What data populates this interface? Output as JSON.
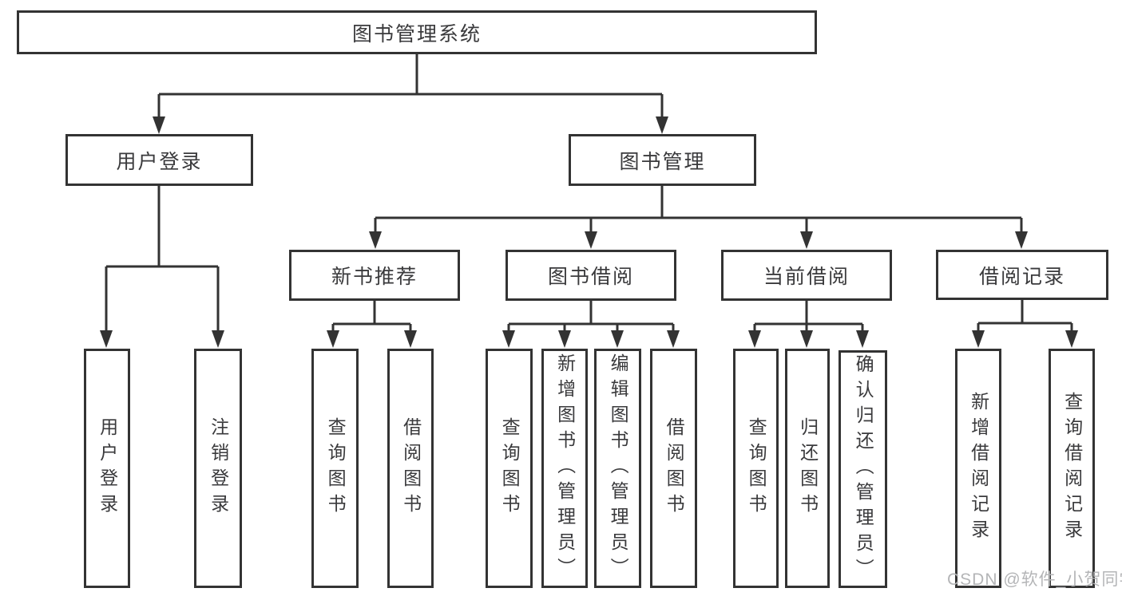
{
  "tree": {
    "root": {
      "label": "图书管理系统"
    },
    "level2": [
      {
        "label": "用户登录",
        "children": [
          {
            "label": "用户登录"
          },
          {
            "label": "注销登录"
          }
        ]
      },
      {
        "label": "图书管理",
        "groups": [
          {
            "label": "新书推荐",
            "children": [
              {
                "label": "查询图书"
              },
              {
                "label": "借阅图书"
              }
            ]
          },
          {
            "label": "图书借阅",
            "children": [
              {
                "label": "查询图书"
              },
              {
                "label": "新增图书（管理员）"
              },
              {
                "label": "编辑图书（管理员）"
              },
              {
                "label": "借阅图书"
              }
            ]
          },
          {
            "label": "当前借阅",
            "children": [
              {
                "label": "查询图书"
              },
              {
                "label": "归还图书"
              },
              {
                "label": "确认归还（管理员）"
              }
            ]
          },
          {
            "label": "借阅记录",
            "children": [
              {
                "label": "新增借阅记录"
              },
              {
                "label": "查询借阅记录"
              }
            ]
          }
        ]
      }
    ]
  },
  "watermark": {
    "text": "CSDN @软件_小贺同学",
    "color": "#b4b5b7"
  },
  "colors": {
    "line": "#333333",
    "box_border": "#333333",
    "text": "#3a3a3c",
    "background": "#ffffff"
  }
}
